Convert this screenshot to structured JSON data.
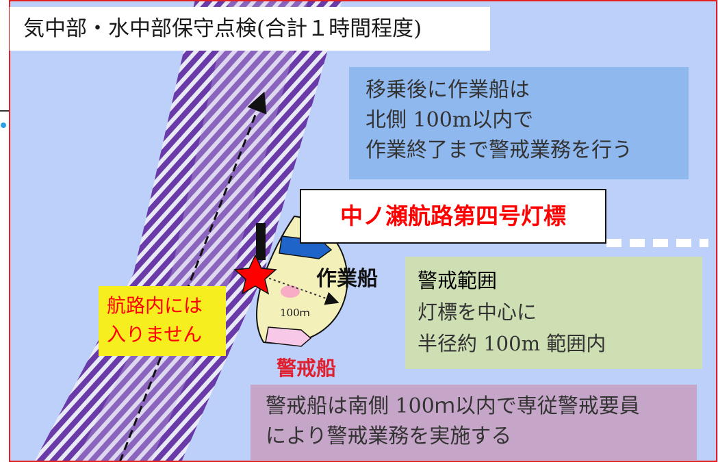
{
  "title": "気中部・水中部保守点検(合計１時間程度)",
  "workboat_note": {
    "lines": [
      "移乗後に作業船は",
      "北側 100m以内で",
      "作業終了まで警戒業務を行う"
    ]
  },
  "beacon_label": "中ノ瀬航路第四号灯標",
  "lane_note": {
    "lines": [
      "航路内には",
      "入りません"
    ]
  },
  "workboat_tag": "作業船",
  "guardboat_tag": "警戒船",
  "distance_tag": "100ｍ",
  "range_box": {
    "title": "警戒範囲",
    "lines": [
      "灯標を中心に",
      "半径約 100m 範囲内"
    ]
  },
  "guard_note": {
    "lines": [
      "警戒船は南側 100ｍ以内で専従警戒要員",
      "により警戒業務を実施する"
    ]
  },
  "colors": {
    "sea": "#bcd0fa",
    "lane_stripe": "#6a3aa8",
    "border_red": "#e3201b",
    "star": "#ff0000",
    "workboat": "#1f64c8",
    "guardboat": "#f8c8e8",
    "zone": "#f4f0ba"
  },
  "icons": [
    "star-marker-icon",
    "workboat-icon",
    "guardboat-icon",
    "beacon-pole-icon",
    "direction-arrow-icon"
  ]
}
